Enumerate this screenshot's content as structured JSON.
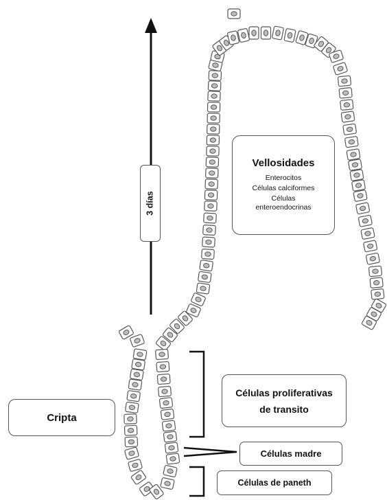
{
  "villi": {
    "title": "Vellosidades",
    "items": [
      "Enterocitos",
      "Células calciformes",
      "Células enteroendocrinas"
    ]
  },
  "timeline": {
    "label": "3 días"
  },
  "crypt": {
    "label": "Cripta"
  },
  "proliferative": {
    "label": "Células proliferativas de transito"
  },
  "stem": {
    "label": "Células madre"
  },
  "paneth": {
    "label": "Células de paneth"
  },
  "colors": {
    "outline": "#555555",
    "nucleus_fill": "#bdbdbd",
    "background": "#ffffff"
  }
}
